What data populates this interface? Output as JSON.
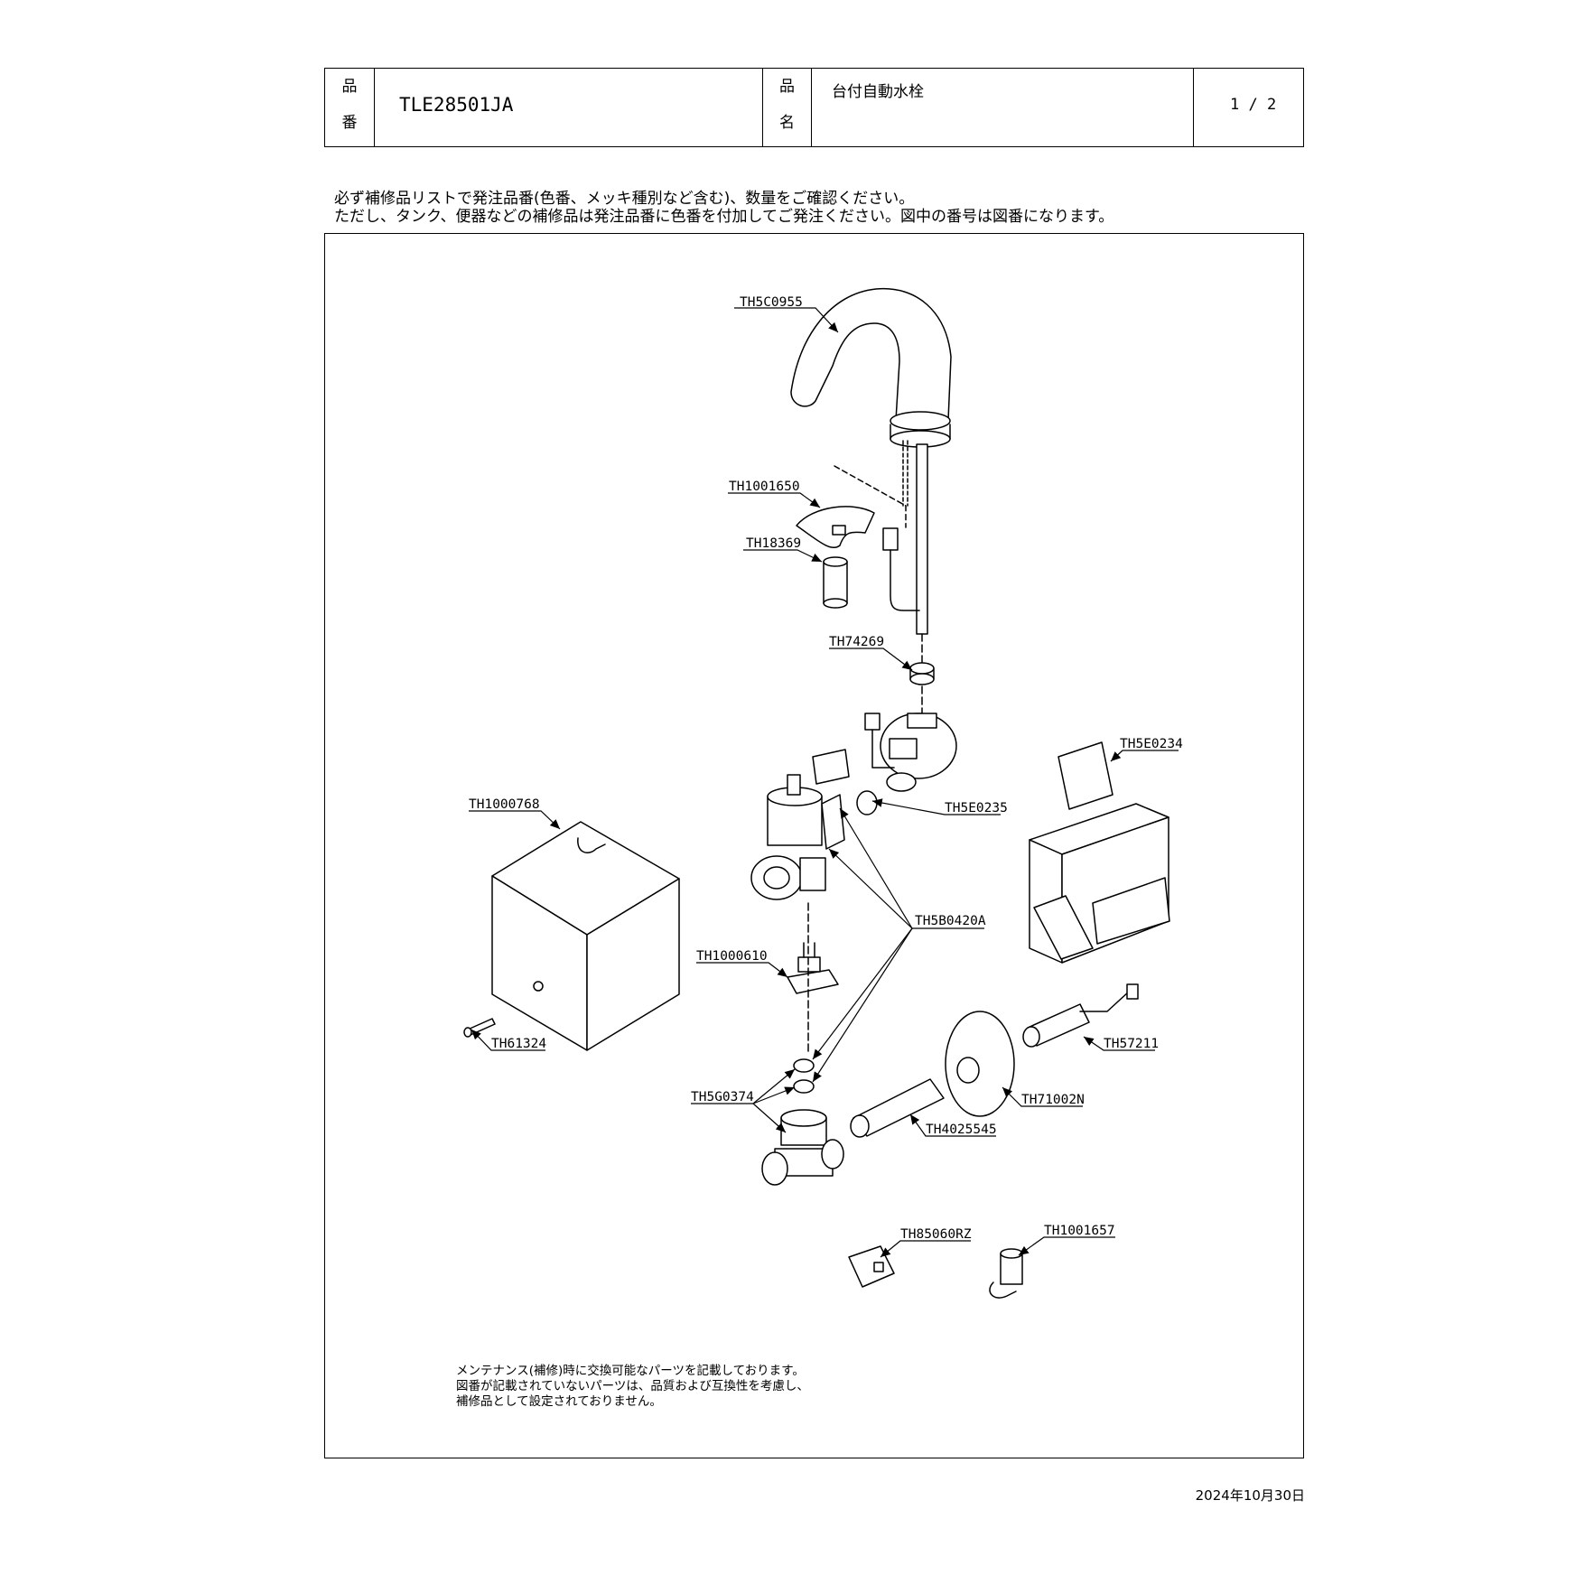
{
  "header": {
    "code_label": [
      "品",
      "番"
    ],
    "code_value": "TLE28501JA",
    "name_label": [
      "品",
      "名"
    ],
    "name_value": "台付自動水栓",
    "page": "1 / 2"
  },
  "notice": [
    "必ず補修品リストで発注品番(色番、メッキ種別など含む)、数量をご確認ください。",
    "ただし、タンク、便器などの補修品は発注品番に色番を付加してご発注ください。図中の番号は図番になります。"
  ],
  "parts": [
    {
      "id": "TH5C0955"
    },
    {
      "id": "TH1001650"
    },
    {
      "id": "TH18369"
    },
    {
      "id": "TH74269"
    },
    {
      "id": "TH5E0234"
    },
    {
      "id": "TH1000768"
    },
    {
      "id": "TH5E0235"
    },
    {
      "id": "TH5B0420A"
    },
    {
      "id": "TH1000610"
    },
    {
      "id": "TH61324"
    },
    {
      "id": "TH57211"
    },
    {
      "id": "TH5G0374"
    },
    {
      "id": "TH71002N"
    },
    {
      "id": "TH4025545"
    },
    {
      "id": "TH85060RZ"
    },
    {
      "id": "TH1001657"
    }
  ],
  "footnote": [
    "メンテナンス(補修)時に交換可能なパーツを記載しております。",
    "図番が記載されていないパーツは、品質および互換性を考慮し、",
    "補修品として設定されておりません。"
  ],
  "date": "2024年10月30日"
}
